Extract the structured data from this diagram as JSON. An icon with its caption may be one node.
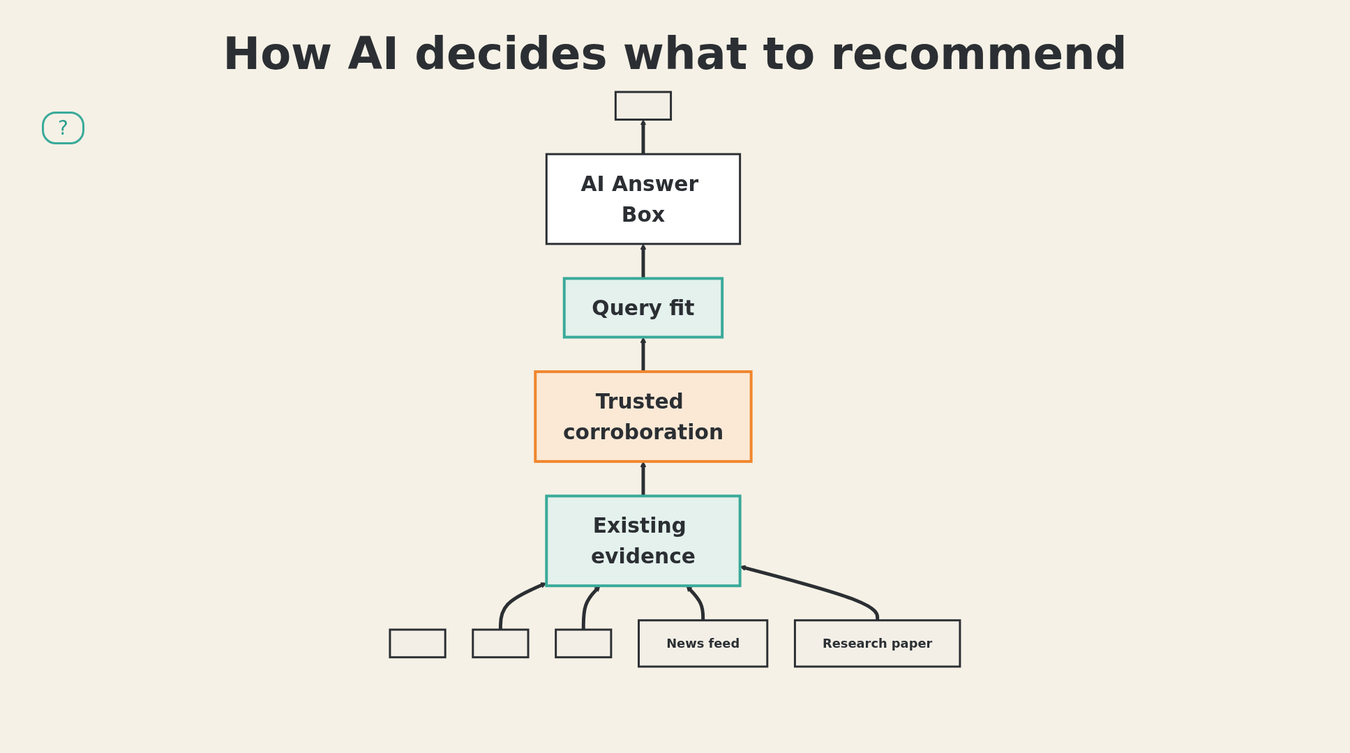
{
  "diagram": {
    "title": "How AI decides what to recommend",
    "nodes": [
      {
        "text": [
          "AI Answer Box"
        ]
      },
      {
        "text": [],
        "shape": "box"
      },
      {
        "text": [
          "Query fit"
        ]
      },
      {
        "text": [
          "Trusted corroboration"
        ]
      },
      {
        "text": [
          "Existing evidence"
        ]
      },
      {
        "text": [],
        "shape": "box"
      },
      {
        "text": [],
        "shape": "box"
      },
      {
        "text": [],
        "shape": "box"
      },
      {
        "text": [
          "News feed"
        ]
      },
      {
        "text": [
          "Research paper"
        ]
      }
    ],
    "edges": [
      {
        "from": 0,
        "to": 1,
        "arrow": "to"
      },
      {
        "from": 2,
        "to": 0,
        "arrow": "to"
      },
      {
        "from": 3,
        "to": 2,
        "arrow": "to"
      },
      {
        "from": 4,
        "to": 3,
        "arrow": "to"
      },
      {
        "from": 6,
        "to": 4,
        "arrow": "to"
      },
      {
        "from": 7,
        "to": 4,
        "arrow": "to"
      },
      {
        "from": 8,
        "to": 4,
        "arrow": "to"
      },
      {
        "from": 9,
        "to": 4,
        "arrow": "to"
      }
    ],
    "labels": [
      "?"
    ]
  }
}
